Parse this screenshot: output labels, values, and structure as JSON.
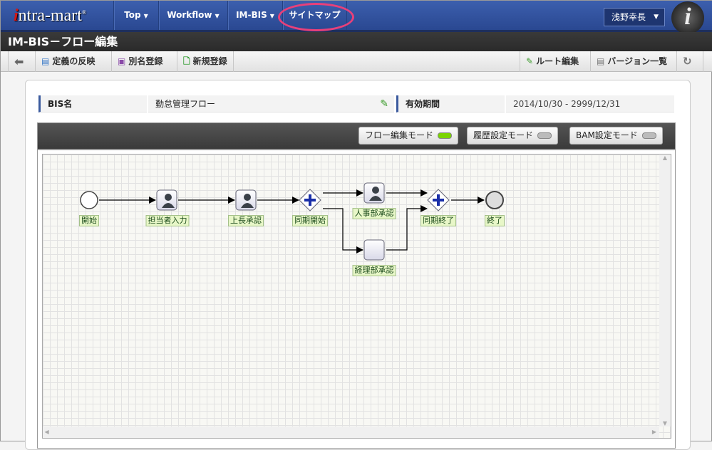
{
  "header": {
    "logo": "intra-mart",
    "nav": [
      "Top",
      "Workflow",
      "IM-BIS",
      "サイトマップ"
    ],
    "user": "浅野幸長"
  },
  "title": "IM-BIS－フロー編集",
  "toolbar": {
    "left": [
      "定義の反映",
      "別名登録",
      "新規登録"
    ],
    "right": [
      "ルート編集",
      "バージョン一覧"
    ]
  },
  "info": {
    "bis_label": "BIS名",
    "bis_value": "勤怠管理フロー",
    "period_label": "有効期間",
    "period_value": "2014/10/30 - 2999/12/31"
  },
  "modes": [
    {
      "label": "フロー編集モード",
      "active": true
    },
    {
      "label": "履歴設定モード",
      "active": false
    },
    {
      "label": "BAM設定モード",
      "active": false
    }
  ],
  "flow": {
    "nodes": [
      "開始",
      "担当者入力",
      "上長承認",
      "同期開始",
      "人事部承認",
      "経理部承認",
      "同期終了",
      "終了"
    ]
  },
  "colors": {
    "header": "#3c5fae",
    "active_led": "#7ad400",
    "accent": "#e8407a"
  }
}
